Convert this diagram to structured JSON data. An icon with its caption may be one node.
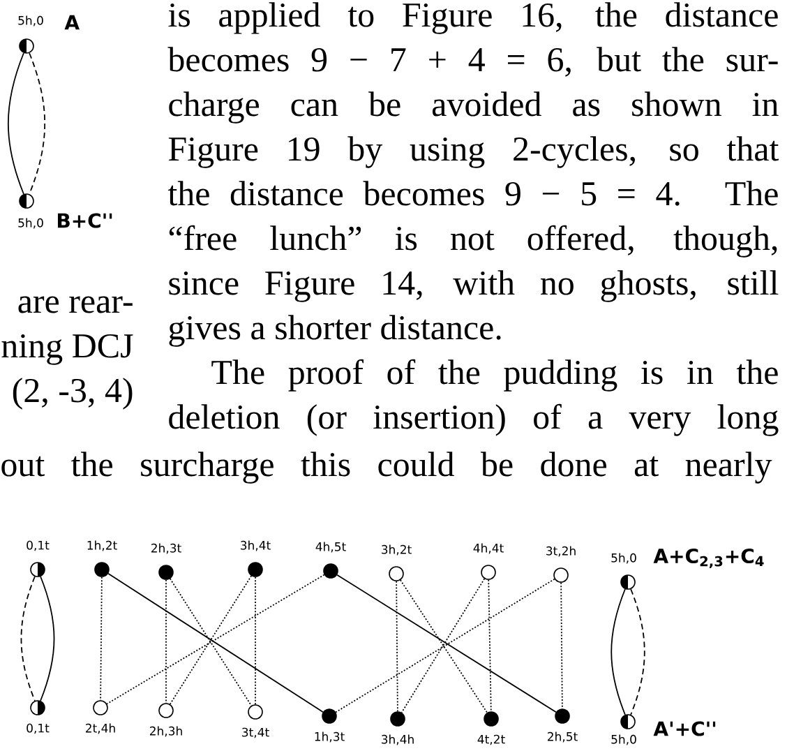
{
  "diagram": {
    "nodes": [
      {
        "text": [],
        "shape": "circle",
        "beside": [
          "5h,0",
          "A"
        ]
      },
      {
        "text": [],
        "shape": "circle",
        "beside": [
          "5h,0",
          "B+C''"
        ]
      },
      {
        "text": [],
        "shape": "circle",
        "beside": [
          "0,1t"
        ]
      },
      {
        "text": [],
        "shape": "circle",
        "beside": [
          "1h,2t"
        ]
      },
      {
        "text": [],
        "shape": "circle",
        "beside": [
          "2h,3t"
        ]
      },
      {
        "text": [],
        "shape": "circle",
        "beside": [
          "3h,4t"
        ]
      },
      {
        "text": [],
        "shape": "circle",
        "beside": [
          "4h,5t"
        ]
      },
      {
        "text": [],
        "shape": "circle",
        "beside": [
          "3h,2t"
        ]
      },
      {
        "text": [],
        "shape": "circle",
        "beside": [
          "4h,4t"
        ]
      },
      {
        "text": [],
        "shape": "circle",
        "beside": [
          "3t,2h"
        ]
      },
      {
        "text": [],
        "shape": "circle",
        "beside": [
          "5h,0",
          "A+C$_{2,3}$+C$_{4}$"
        ]
      },
      {
        "text": [],
        "shape": "circle",
        "beside": [
          "0,1t"
        ]
      },
      {
        "text": [],
        "shape": "circle",
        "beside": [
          "2t,4h"
        ]
      },
      {
        "text": [],
        "shape": "circle",
        "beside": [
          "2h,3h"
        ]
      },
      {
        "text": [],
        "shape": "circle",
        "beside": [
          "3t,4t"
        ]
      },
      {
        "text": [],
        "shape": "circle",
        "beside": [
          "1h,3t"
        ]
      },
      {
        "text": [],
        "shape": "circle",
        "beside": [
          "3h,4h"
        ]
      },
      {
        "text": [],
        "shape": "circle",
        "beside": [
          "4t,2t"
        ]
      },
      {
        "text": [],
        "shape": "circle",
        "beside": [
          "2h,5t"
        ]
      },
      {
        "text": [],
        "shape": "circle",
        "beside": [
          "5h,0",
          "A'+C''"
        ]
      }
    ],
    "edges": [
      {
        "from": 0,
        "to": 1,
        "arrow": "none"
      },
      {
        "from": 0,
        "to": 1,
        "arrow": "none",
        "style": "dashed"
      },
      {
        "from": 2,
        "to": 11,
        "arrow": "none",
        "style": "dashed"
      },
      {
        "from": 2,
        "to": 11,
        "arrow": "none"
      },
      {
        "from": 3,
        "to": 12,
        "arrow": "none",
        "style": "dashed"
      },
      {
        "from": 3,
        "to": 15,
        "arrow": "none"
      },
      {
        "from": 4,
        "to": 13,
        "arrow": "none",
        "style": "dashed"
      },
      {
        "from": 4,
        "to": 14,
        "arrow": "none",
        "style": "dashed"
      },
      {
        "from": 5,
        "to": 13,
        "arrow": "none",
        "style": "dashed"
      },
      {
        "from": 5,
        "to": 14,
        "arrow": "none",
        "style": "dashed"
      },
      {
        "from": 6,
        "to": 12,
        "arrow": "none",
        "style": "dashed"
      },
      {
        "from": 6,
        "to": 18,
        "arrow": "none"
      },
      {
        "from": 7,
        "to": 16,
        "arrow": "none",
        "style": "dashed"
      },
      {
        "from": 7,
        "to": 17,
        "arrow": "none",
        "style": "dashed"
      },
      {
        "from": 8,
        "to": 16,
        "arrow": "none",
        "style": "dashed"
      },
      {
        "from": 8,
        "to": 17,
        "arrow": "none",
        "style": "dashed"
      },
      {
        "from": 9,
        "to": 15,
        "arrow": "none",
        "style": "dashed"
      },
      {
        "from": 9,
        "to": 18,
        "arrow": "none",
        "style": "dashed"
      },
      {
        "from": 10,
        "to": 19,
        "arrow": "none"
      },
      {
        "from": 10,
        "to": 19,
        "arrow": "none",
        "style": "dashed"
      }
    ],
    "labels": [
      "is applied to Figure 16, the distance",
      "becomes 9 − 7 + 4 = 6, but the sur-",
      "charge can be avoided as shown in",
      "Figure 19 by using 2-cycles, so that",
      "the distance becomes 9 − 5 = 4. The",
      "“free lunch” is not offered, though,",
      "since Figure 14, with no ghosts, still",
      "are rear-",
      "gives a shorter distance.",
      "ning DCJ",
      "The proof of the pudding is in the",
      "(2, -3, 4)",
      "deletion (or insertion) of a very long",
      "out the surcharge this could be done at nearly"
    ]
  }
}
